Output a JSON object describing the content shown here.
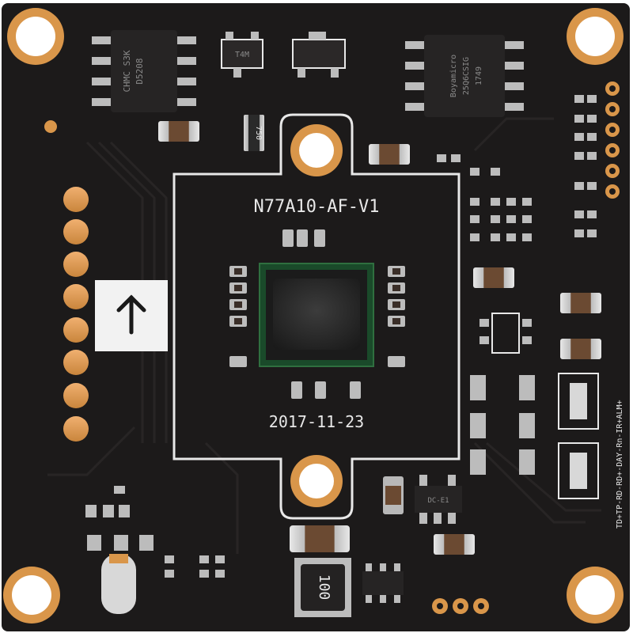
{
  "board": {
    "model_label": "N77A10-AF-V1",
    "date_label": "2017-11-23",
    "resistor_label": "750",
    "inductor_label": "100",
    "ic_left_label_line1": "CHMC S3K",
    "ic_left_label_line2": "D5208",
    "ic_right_label_line1": "Boyamicro",
    "ic_right_label_line2": "25Q6CSIG",
    "ic_right_label_line3": "1749",
    "small_ic_label": "T4M",
    "regulator_label": "DC-E1",
    "side_silk_label": "TD+TP-RD-RD+-DAY-Rn-IR+ALM+",
    "arrow_icon": "arrow-up-icon",
    "colors": {
      "pcb": "#1c1a1a",
      "copper_pad": "#d9964a",
      "silkscreen": "#e8e8e8",
      "sensor": "#2a2a2a"
    }
  }
}
